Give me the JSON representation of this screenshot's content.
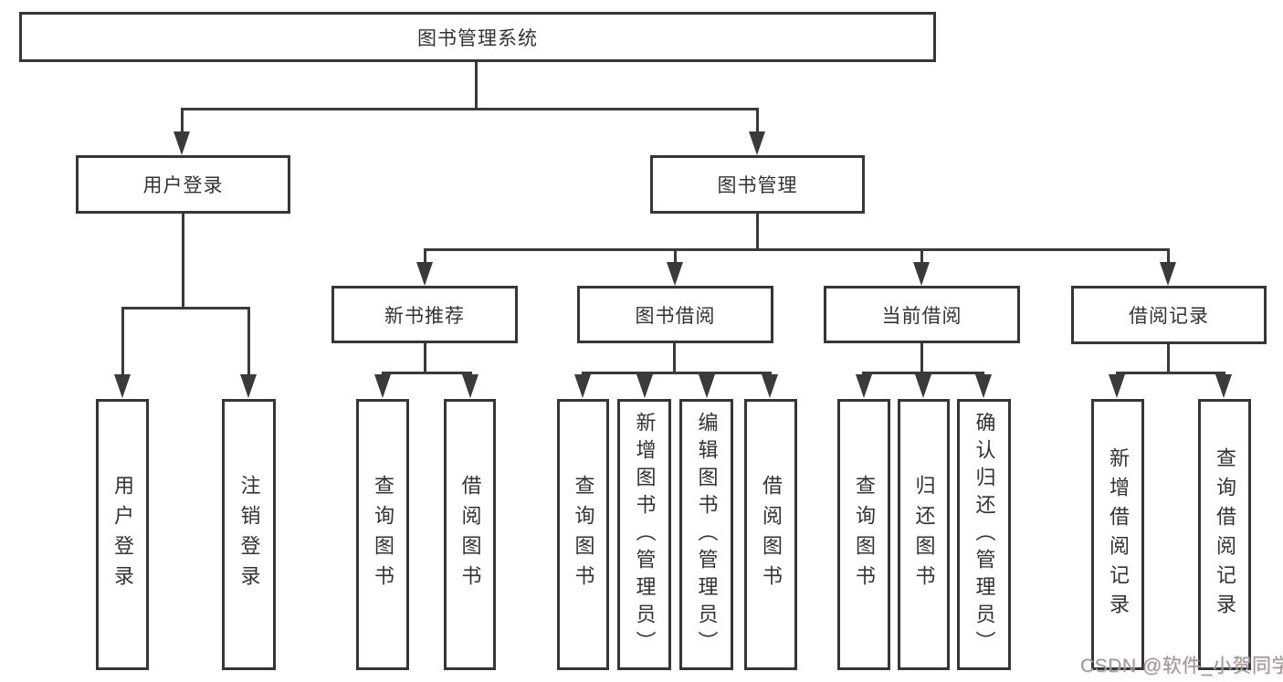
{
  "diagram": {
    "root": {
      "label": "图书管理系统"
    },
    "level2": {
      "user_login": {
        "label": "用户登录"
      },
      "book_mgmt": {
        "label": "图书管理"
      }
    },
    "level3": {
      "new_books": {
        "label": "新书推荐"
      },
      "book_borrow": {
        "label": "图书借阅"
      },
      "current_borrow": {
        "label": "当前借阅"
      },
      "borrow_records": {
        "label": "借阅记录"
      }
    },
    "leaves": {
      "login": [
        "用户登录",
        "注销登录"
      ],
      "new_books": [
        "查询图书",
        "借阅图书"
      ],
      "book_borrow": [
        "查询图书",
        "新增图书（管理员）",
        "编辑图书（管理员）",
        "借阅图书"
      ],
      "current_borrow": [
        "查询图书",
        "归还图书",
        "确认归还（管理员）"
      ],
      "borrow_records": [
        "新增借阅记录",
        "查询借阅记录"
      ]
    },
    "colors": {
      "line": "#3a3a3a",
      "border": "#363636",
      "text": "#333333",
      "background": "#ffffff"
    }
  },
  "watermark": {
    "text": "CSDN @软件_小贺同学",
    "color": "#9b9b9b"
  }
}
